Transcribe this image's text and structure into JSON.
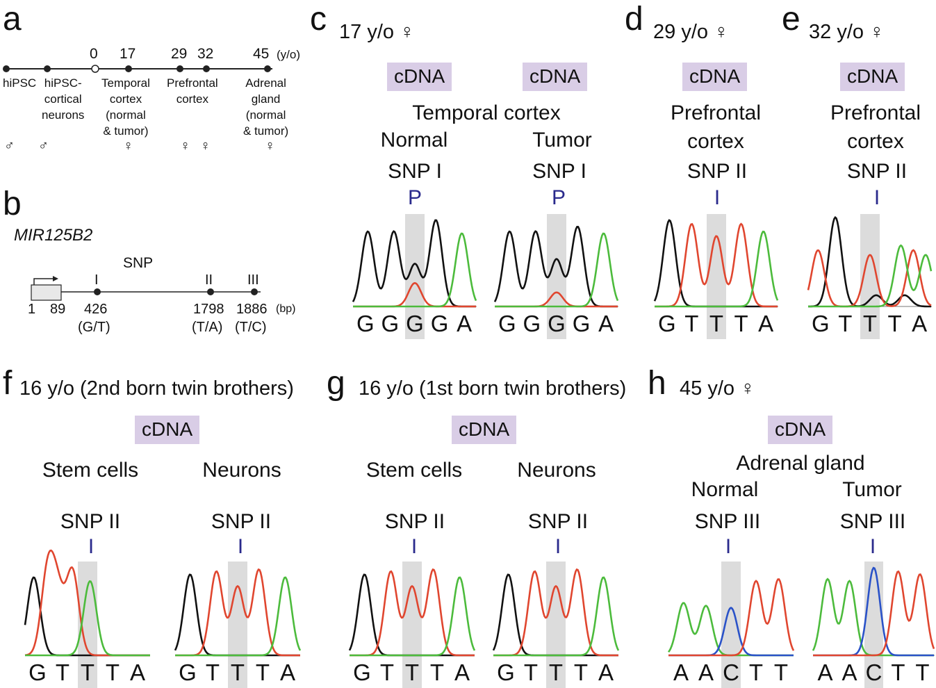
{
  "panel_a": {
    "letter": "a",
    "unit": "(y/o)",
    "ages": [
      "0",
      "17",
      "29",
      "32",
      "45"
    ],
    "labels": [
      {
        "text": "hiPSC"
      },
      {
        "text": "hiPSC-\ncortical\nneurons"
      },
      {
        "text": "Temporal\ncortex\n(normal\n& tumor)"
      },
      {
        "text": "Prefrontal\ncortex"
      },
      {
        "text": "Adrenal\ngland\n(normal\n& tumor)"
      }
    ],
    "sexes": [
      "♂",
      "♂",
      "♀",
      "♀",
      "♀",
      "♀"
    ]
  },
  "panel_b": {
    "letter": "b",
    "gene": "MIR125B2",
    "snp": "SNP",
    "snp_ids": [
      "I",
      "II",
      "III"
    ],
    "positions": [
      "1",
      "89",
      "426",
      "1798",
      "1886"
    ],
    "unit": "(bp)",
    "alleles": [
      "(G/T)",
      "(T/A)",
      "(T/C)"
    ]
  },
  "panels": {
    "c": {
      "letter": "c",
      "header": "17 y/o ♀",
      "cdna": [
        "cDNA",
        "cDNA"
      ],
      "tissue": "Temporal cortex",
      "sub": [
        "Normal",
        "Tumor"
      ],
      "snp": [
        "SNP I",
        "SNP I"
      ],
      "mark": [
        "P",
        "P"
      ],
      "seq": [
        [
          "G",
          "G",
          "G",
          "G",
          "A"
        ],
        [
          "G",
          "G",
          "G",
          "G",
          "A"
        ]
      ]
    },
    "d": {
      "letter": "d",
      "header": "29 y/o ♀",
      "cdna": "cDNA",
      "tissue1": "Prefrontal",
      "tissue2": "cortex",
      "snp": "SNP II",
      "mark": "I",
      "seq": [
        "G",
        "T",
        "T",
        "T",
        "A"
      ]
    },
    "e": {
      "letter": "e",
      "header": "32 y/o ♀",
      "cdna": "cDNA",
      "tissue1": "Prefrontal",
      "tissue2": "cortex",
      "snp": "SNP II",
      "mark": "I",
      "seq": [
        "G",
        "T",
        "T",
        "T",
        "A"
      ]
    },
    "f": {
      "letter": "f",
      "header": "16 y/o (2nd born twin brothers)",
      "cdna": "cDNA",
      "sub": [
        "Stem cells",
        "Neurons"
      ],
      "snp": [
        "SNP II",
        "SNP II"
      ],
      "mark": [
        "I",
        "I"
      ],
      "seq": [
        [
          "G",
          "T",
          "T",
          "T",
          "A"
        ],
        [
          "G",
          "T",
          "T",
          "T",
          "A"
        ]
      ]
    },
    "g": {
      "letter": "g",
      "header": "16 y/o (1st born twin brothers)",
      "cdna": "cDNA",
      "sub": [
        "Stem cells",
        "Neurons"
      ],
      "snp": [
        "SNP II",
        "SNP II"
      ],
      "mark": [
        "I",
        "I"
      ],
      "seq": [
        [
          "G",
          "T",
          "T",
          "T",
          "A"
        ],
        [
          "G",
          "T",
          "T",
          "T",
          "A"
        ]
      ]
    },
    "h": {
      "letter": "h",
      "header": "45 y/o ♀",
      "cdna": "cDNA",
      "tissue": "Adrenal gland",
      "sub": [
        "Normal",
        "Tumor"
      ],
      "snp": [
        "SNP III",
        "SNP III"
      ],
      "mark": [
        "I",
        "I"
      ],
      "seq": [
        [
          "A",
          "A",
          "C",
          "T",
          "T"
        ],
        [
          "A",
          "A",
          "C",
          "T",
          "T"
        ]
      ]
    }
  },
  "colors": {
    "shade": "#dcdcdc",
    "cdna_bg": "#d9cde6",
    "mark": "#2a2a8c",
    "G": "#111111",
    "T": "#e0462f",
    "A": "#4cbb3c",
    "C": "#2a52c8"
  }
}
